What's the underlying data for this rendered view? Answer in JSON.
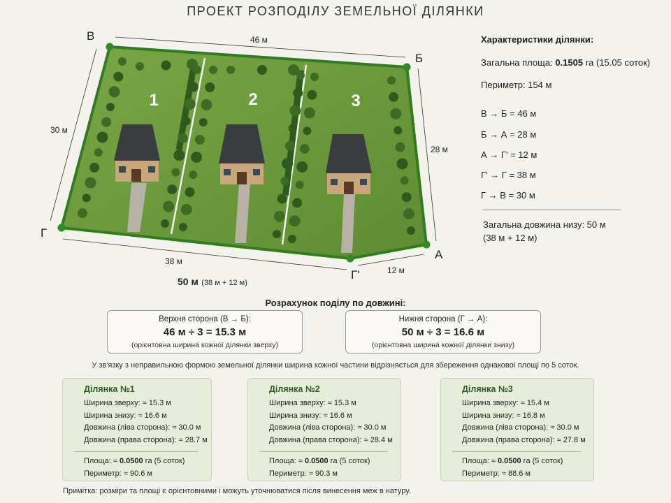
{
  "title": "ПРОЕКТ РОЗПОДІЛУ ЗЕМЕЛЬНОЇ ДІЛЯНКИ",
  "plan": {
    "corners": {
      "B": "В",
      "Be": "Б",
      "A": "А",
      "Gp": "Г'",
      "G": "Г"
    },
    "dims": {
      "top": "46 м",
      "left": "30 м",
      "right": "28 м",
      "bottom_left": "38 м",
      "bottom_right": "12 м",
      "bottom_total_value": "50 м",
      "bottom_total_note": "(38 м + 12 м)"
    },
    "plot_numbers": [
      "1",
      "2",
      "3"
    ]
  },
  "characteristics": {
    "heading": "Характеристики ділянки:",
    "area_label": "Загальна площа:",
    "area_value": "0.1505",
    "area_unit": "га (15.05 соток)",
    "perimeter": "Периметр: 154 м",
    "segments": [
      {
        "from": "В",
        "to": "Б",
        "length": "= 46 м"
      },
      {
        "from": "Б",
        "to": "А",
        "length": "= 28 м"
      },
      {
        "from": "А",
        "to": "Г'",
        "length": "= 12 м"
      },
      {
        "from": "Г'",
        "to": "Г",
        "length": "= 38 м"
      },
      {
        "from": "Г",
        "to": "В",
        "length": "= 30 м"
      }
    ],
    "arrow": "→",
    "bottom_total_line1": "Загальна довжина низу: 50 м",
    "bottom_total_line2": "(38 м + 12 м)"
  },
  "calculation": {
    "heading": "Розрахунок поділу по довжині:",
    "boxes": [
      {
        "label": "Верхня сторона (В → Б):",
        "formula": "46 м ÷ 3 = 15.3 м",
        "note": "(орієнтовна ширина кожної ділянки зверху)"
      },
      {
        "label": "Нижня сторона (Г → А):",
        "formula": "50 м ÷ 3 = 16.6 м",
        "note": "(орієнтовна ширина кожної ділянки знизу)"
      }
    ],
    "note": "У зв'язку з неправильною формою земельної ділянки ширина кожної частини відрізняється для збереження однакової площі по 5 соток."
  },
  "parcels": [
    {
      "title": "Ділянка №1",
      "top": "Ширина зверху: ≈ 15.3 м",
      "bottom": "Ширина знизу: ≈ 16.6 м",
      "left": "Довжина (ліва сторона): ≈ 30.0 м",
      "right": "Довжина (права сторона): ≈ 28.7 м",
      "area_label": "Площа: ≈",
      "area_value": "0.0500",
      "area_unit": "га (5 соток)",
      "perimeter": "Периметр: ≈ 90.6 м"
    },
    {
      "title": "Ділянка №2",
      "top": "Ширина зверху: ≈ 15.3 м",
      "bottom": "Ширина знизу: ≈ 16.6 м",
      "left": "Довжина (ліва сторона): ≈ 30.0 м",
      "right": "Довжина (права сторона): ≈ 28.4 м",
      "area_label": "Площа: ≈",
      "area_value": "0.0500",
      "area_unit": "га (5 соток)",
      "perimeter": "Периметр: ≈ 90.3 м"
    },
    {
      "title": "Ділянка №3",
      "top": "Ширина зверху: ≈ 15.4 м",
      "bottom": "Ширина знизу: ≈ 16.8 м",
      "left": "Довжина (ліва сторона): ≈ 30.0 м",
      "right": "Довжина (права сторона): ≈ 27.8 м",
      "area_label": "Площа: ≈",
      "area_value": "0.0500",
      "area_unit": "га (5 соток)",
      "perimeter": "Периметр: ≈ 88.6 м"
    }
  ],
  "footnote": "Примітка: розміри та площі є орієнтовними і можуть уточнюватися після винесення меж в натуру.",
  "colors": {
    "grass": "#6f9a3c",
    "grass_dark": "#4f7a28",
    "boundary": "#2f7d1e",
    "vertex": "#2e8a2a",
    "tree": "#2f5a1d",
    "roof": "#3a3d40",
    "wall": "#c9a77a",
    "path": "#b8b2a6",
    "card_bg": "#e6eedb",
    "card_title": "#2f5a22"
  }
}
